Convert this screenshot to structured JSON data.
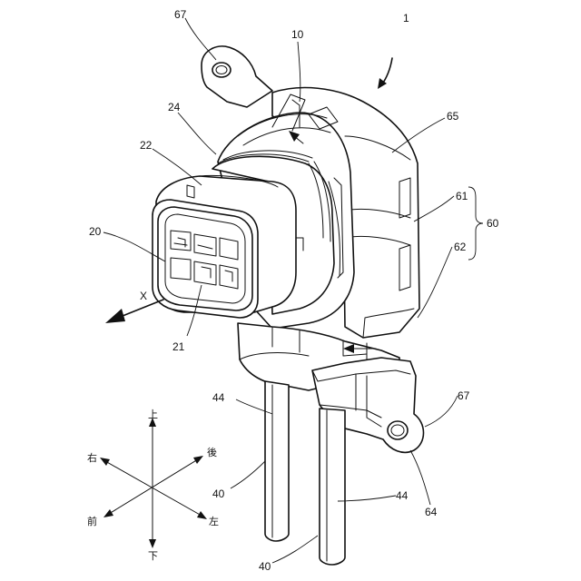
{
  "labels": {
    "n1": "1",
    "n10": "10",
    "n20": "20",
    "n21": "21",
    "n22": "22",
    "n24": "24",
    "n40a": "40",
    "n40b": "40",
    "n44a": "44",
    "n44b": "44",
    "n60": "60",
    "n61": "61",
    "n62": "62",
    "n64": "64",
    "n65": "65",
    "n67a": "67",
    "n67b": "67",
    "x": "X"
  },
  "directions": {
    "up": "上",
    "down": "下",
    "right": "右",
    "left": "左",
    "front": "前",
    "rear": "後"
  }
}
